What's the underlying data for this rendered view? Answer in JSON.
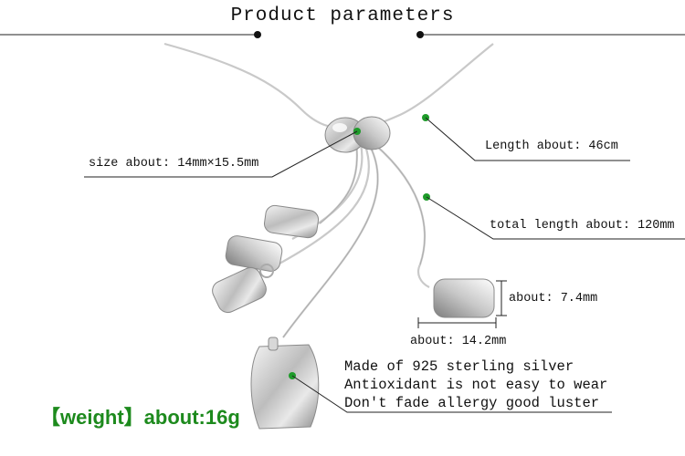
{
  "header": {
    "title": "Product parameters"
  },
  "specs": {
    "length": "Length about: 46cm",
    "size": "size about: 14mm×15.5mm",
    "total_length": "total length about: 120mm",
    "height": "about: 7.4mm",
    "width": "about: 14.2mm"
  },
  "description": {
    "lines": [
      "Made of 925 sterling silver",
      "Antioxidant is not easy to wear",
      "Don't fade allergy good luster"
    ]
  },
  "weight": {
    "label": "【weight】about:16g"
  },
  "colors": {
    "accent_green": "#1e9b2a",
    "weight_green": "#1d8a1d",
    "text": "#111111",
    "line": "#222222"
  }
}
